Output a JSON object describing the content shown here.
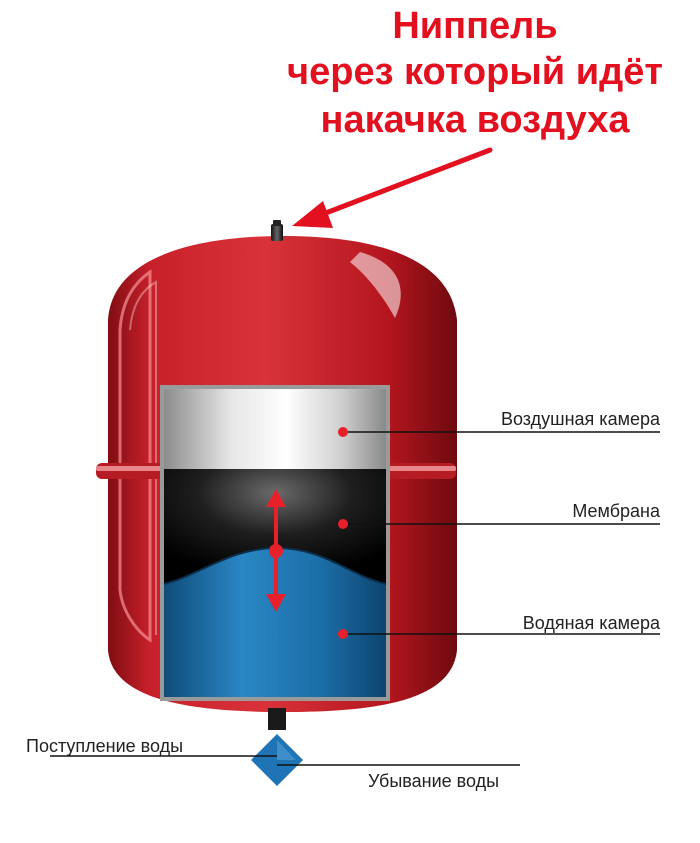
{
  "title_lines": [
    "Ниппель",
    "через который идёт",
    "накачка воздуха"
  ],
  "labels": {
    "air_chamber": "Воздушная камера",
    "membrane": "Мембрана",
    "water_chamber": "Водяная камера",
    "water_in": "Поступление воды",
    "water_out": "Убывание воды"
  },
  "colors": {
    "title": "#e3101f",
    "tank": "#c41a22",
    "water": "#1b6ea8",
    "membrane": "#111111",
    "air": "#c9c9c9",
    "marker": "#e8202c"
  }
}
